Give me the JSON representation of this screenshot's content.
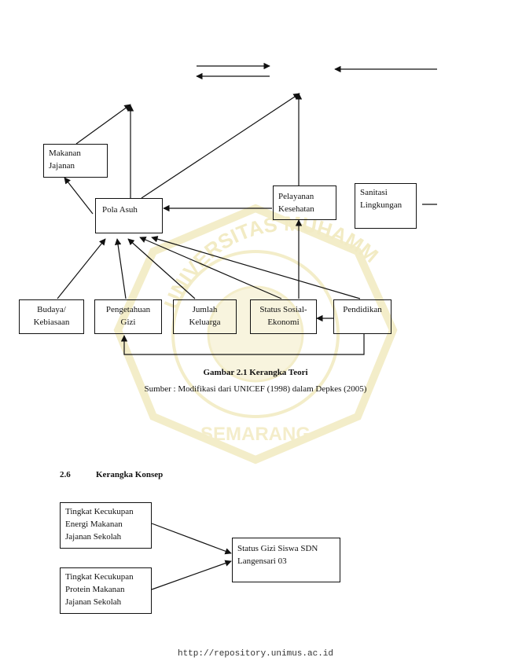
{
  "figure": {
    "boxes": {
      "makanan_jajanan": [
        "Makanan",
        "Jajanan"
      ],
      "pola_asuh": [
        "Pola Asuh"
      ],
      "pelayanan_kesehatan": [
        "Pelayanan",
        "Kesehatan"
      ],
      "sanitasi_lingkungan": [
        "Sanitasi",
        "Lingkungan"
      ],
      "budaya": [
        "Budaya/",
        "Kebiasaan"
      ],
      "pengetahuan_gizi": [
        "Pengetahuan",
        "Gizi"
      ],
      "jumlah_keluarga": [
        "Jumlah",
        "Keluarga"
      ],
      "status_sosial": [
        "Status Sosial-",
        "Ekonomi"
      ],
      "pendidikan": [
        "Pendidikan"
      ]
    },
    "caption_title": "Gambar 2.1 Kerangka Teori",
    "caption_source": "Sumber : Modifikasi dari UNICEF (1998) dalam Depkes (2005)"
  },
  "section": {
    "number": "2.6",
    "title": "Kerangka Konsep"
  },
  "concept": {
    "energi": [
      "Tingkat Kecukupan",
      "Energi Makanan",
      "Jajanan Sekolah"
    ],
    "protein": [
      "Tingkat Kecukupan",
      "Protein Makanan",
      "Jajanan Sekolah"
    ],
    "status_gizi": [
      "Status Gizi Siswa SDN",
      "Langensari 03"
    ]
  },
  "watermark": {
    "top_text": "UNIVERSITAS MUHAMMADIYAH",
    "bottom_text": "SEMARANG",
    "color": "#e9d98c"
  },
  "footer": {
    "url": "http://repository.unimus.ac.id"
  }
}
